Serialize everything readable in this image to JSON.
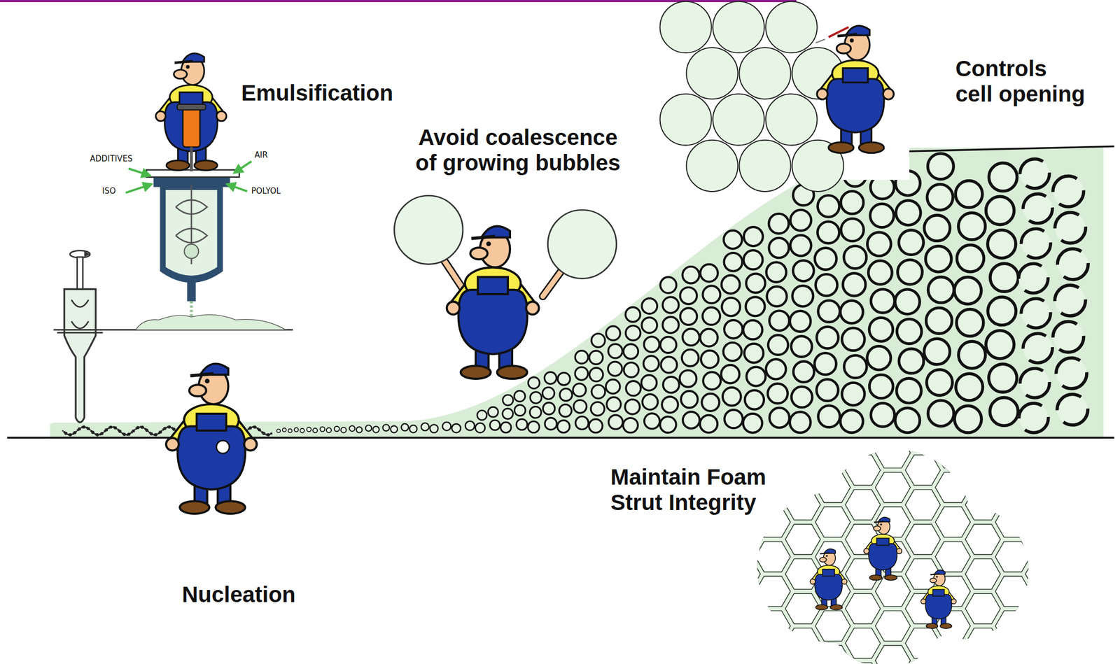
{
  "diagram": {
    "labels": [
      "Emulsification",
      "Avoid coalescence of growing bubbles",
      "Controls cell opening",
      "Nucleation",
      "Maintain Foam Strut Integrity",
      "ADDITIVES",
      "AIR",
      "ISO",
      "POLYOL"
    ]
  }
}
